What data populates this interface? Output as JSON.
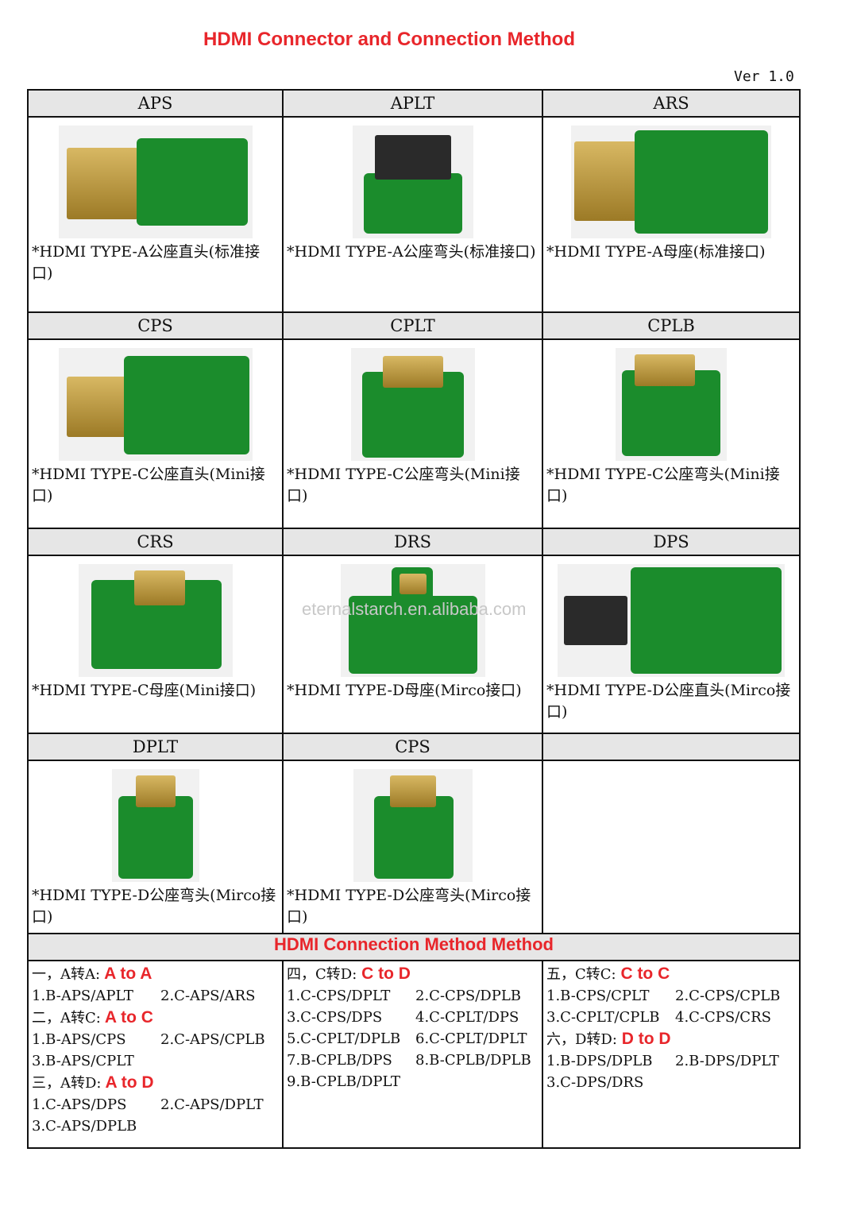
{
  "title": "HDMI Connector and Connection Method",
  "version": "Ver 1.0",
  "watermark": "eternalstarch.en.alibaba.com",
  "connectors": [
    {
      "name": "APS",
      "desc": "*HDMI TYPE-A公座直头(标准接口)"
    },
    {
      "name": "APLT",
      "desc": "*HDMI TYPE-A公座弯头(标准接口)"
    },
    {
      "name": "ARS",
      "desc": "*HDMI TYPE-A母座(标准接口)"
    },
    {
      "name": "CPS",
      "desc": "*HDMI TYPE-C公座直头(Mini接口)"
    },
    {
      "name": "CPLT",
      "desc": "*HDMI TYPE-C公座弯头(Mini接口)"
    },
    {
      "name": "CPLB",
      "desc": "*HDMI TYPE-C公座弯头(Mini接口)"
    },
    {
      "name": "CRS",
      "desc": "*HDMI TYPE-C母座(Mini接口)"
    },
    {
      "name": "DRS",
      "desc": "*HDMI TYPE-D母座(Mirco接口)"
    },
    {
      "name": "DPS",
      "desc": "*HDMI TYPE-D公座直头(Mirco接口)"
    },
    {
      "name": "DPLT",
      "desc": "*HDMI TYPE-D公座弯头(Mirco接口)"
    },
    {
      "name": "CPS",
      "desc": "*HDMI TYPE-D公座弯头(Mirco接口)"
    }
  ],
  "methods_title": "HDMI  Connection Method Method",
  "methods": {
    "col1": [
      {
        "head": "一，A转A:",
        "tag": "A to A"
      },
      {
        "a": "1.B-APS/APLT",
        "b": "2.C-APS/ARS"
      },
      {
        "head": "二，A转C:",
        "tag": "A to C"
      },
      {
        "a": "1.B-APS/CPS",
        "b": "2.C-APS/CPLB"
      },
      {
        "a": "3.B-APS/CPLT",
        "b": ""
      },
      {
        "head": "三，A转D:",
        "tag": "A to D"
      },
      {
        "a": "1.C-APS/DPS",
        "b": "2.C-APS/DPLT"
      },
      {
        "a": "3.C-APS/DPLB",
        "b": ""
      }
    ],
    "col2": [
      {
        "head": "四，C转D:",
        "tag": "C to D"
      },
      {
        "a": "1.C-CPS/DPLT",
        "b": "2.C-CPS/DPLB"
      },
      {
        "a": "3.C-CPS/DPS",
        "b": "4.C-CPLT/DPS"
      },
      {
        "a": "5.C-CPLT/DPLB",
        "b": "6.C-CPLT/DPLT"
      },
      {
        "a": "7.B-CPLB/DPS",
        "b": "8.B-CPLB/DPLB"
      },
      {
        "a": "9.B-CPLB/DPLT",
        "b": ""
      }
    ],
    "col3": [
      {
        "head": "五，C转C:",
        "tag": "C to C"
      },
      {
        "a": "1.B-CPS/CPLT",
        "b": "2.C-CPS/CPLB"
      },
      {
        "a": "3.C-CPLT/CPLB",
        "b": "4.C-CPS/CRS"
      },
      {
        "head": "六，D转D:",
        "tag": "D to D"
      },
      {
        "a": "1.B-DPS/DPLB",
        "b": "2.B-DPS/DPLT"
      },
      {
        "a": "3.C-DPS/DRS",
        "b": ""
      }
    ]
  }
}
